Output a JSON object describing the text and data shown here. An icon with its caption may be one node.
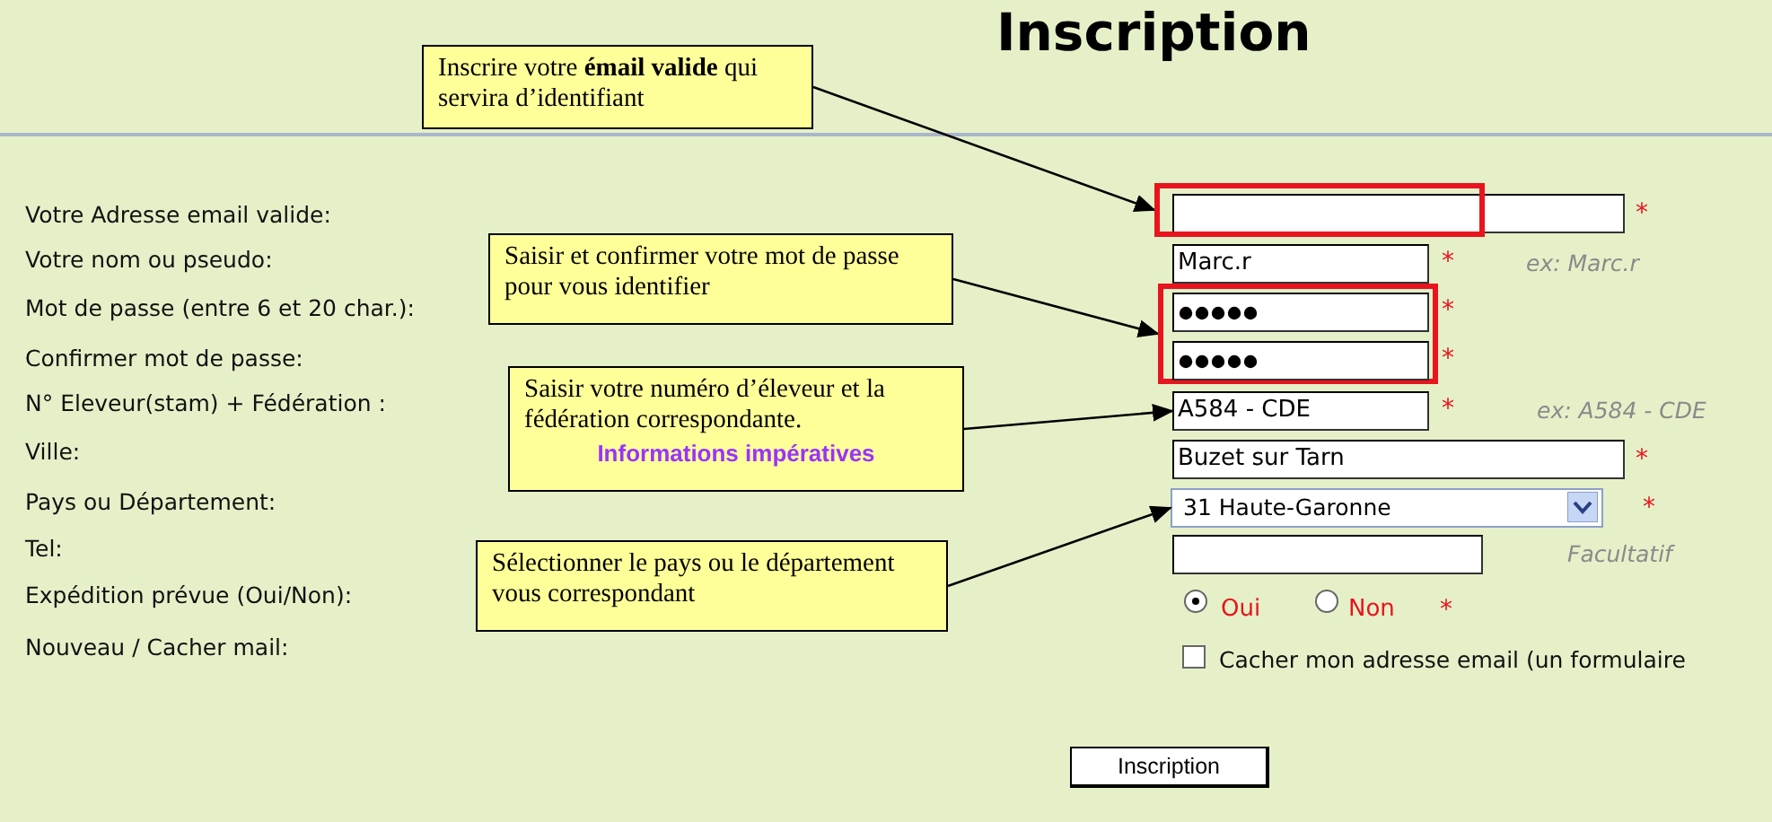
{
  "diagram": {
    "title": "Inscription",
    "nodes": [
      {
        "text": [
          "Inscrire votre **émail valide** qui servira d’identifiant"
        ]
      },
      {
        "text": [],
        "shape": "box"
      },
      {
        "text": [
          "Saisir et confirmer votre mot de passe pour vous identifier"
        ]
      },
      {
        "text": [
          "Marc.r"
        ]
      },
      {
        "text": [],
        "shape": "box"
      },
      {
        "text": [],
        "shape": "box",
        "in": 4
      },
      {
        "text": [],
        "shape": "box",
        "in": 4
      },
      {
        "text": [
          "Saisir votre numéro d’éleveur et la fédération correspondante.",
          "Informations impératives"
        ]
      },
      {
        "text": [
          "A584 - CDE"
        ]
      },
      {
        "text": [
          "Buzet sur Tarn"
        ]
      },
      {
        "text": [
          "Sélectionner le pays ou le département vous correspondant"
        ]
      },
      {
        "text": [
          "31 Haute-Garonne"
        ]
      }
    ],
    "edges": [
      {
        "from": 0,
        "to": 1,
        "arrow": "to"
      },
      {
        "from": 2,
        "to": 4,
        "arrow": "to"
      },
      {
        "from": 7,
        "to": 8,
        "arrow": "to"
      },
      {
        "from": 10,
        "to": 11,
        "arrow": "to"
      }
    ],
    "labels": [
      "Votre Adresse email valide:",
      "*",
      "Votre nom ou pseudo:",
      "*",
      "ex: Marc.r",
      "Mot de passe (entre 6 et 20 char.):",
      "*",
      "Confirmer mot de passe:",
      "*",
      "N° Eleveur(stam) + Fédération :",
      "*",
      "ex: A584 - CDE",
      "Ville:",
      "*",
      "Pays ou Département:",
      "*",
      "Tel:",
      "Facultatif",
      "Expédition prévue (Oui/Non):",
      "Oui",
      "Non",
      "*",
      "Nouveau / Cacher mail:",
      "Cacher mon adresse email (un formulaire",
      "Inscription"
    ]
  }
}
